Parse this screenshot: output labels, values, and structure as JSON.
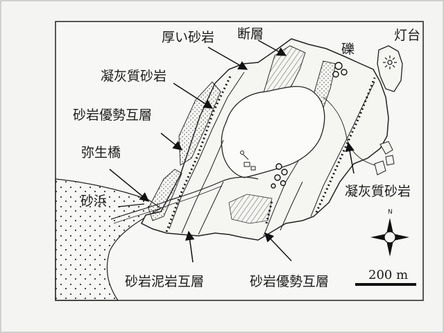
{
  "map": {
    "labels": {
      "thick_sandstone": "厚い砂岩",
      "fault": "断層",
      "gravel": "礫",
      "lighthouse": "灯台",
      "tuffaceous_sandstone_upper": "凝灰質砂岩",
      "sandstone_dominant_alternation_upper": "砂岩優勢互層",
      "yayoi_bridge": "弥生橋",
      "sandy_beach": "砂浜",
      "tuffaceous_sandstone_right": "凝灰質砂岩",
      "sandstone_mudstone_alternation": "砂岩泥岩互層",
      "sandstone_dominant_alternation_lower": "砂岩優勢互層"
    },
    "compass": {
      "north_label": "N"
    },
    "scale_bar": {
      "value": "200 m"
    }
  }
}
